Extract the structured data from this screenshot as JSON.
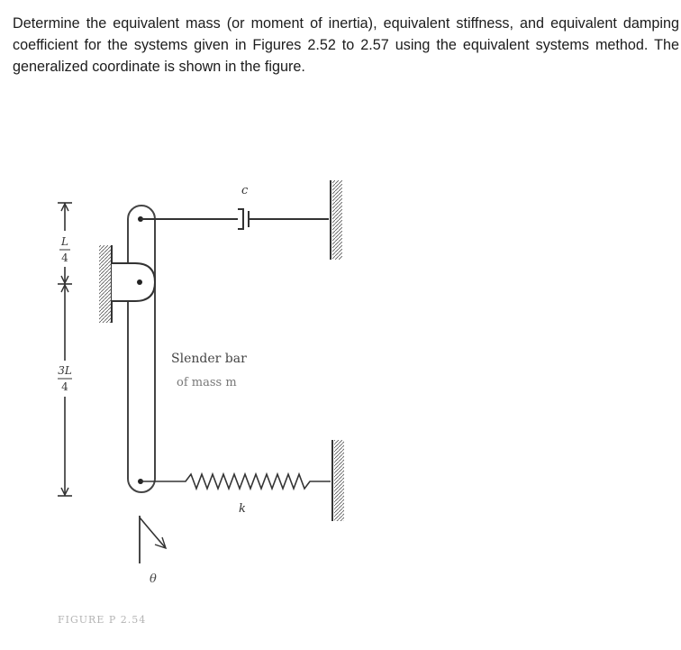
{
  "problem": {
    "text": "Determine the equivalent mass (or moment of inertia), equivalent stiffness, and equivalent damping coefficient for the systems given in Figures 2.52 to 2.57 using the equivalent systems method. The generalized coordinate is shown in the figure."
  },
  "figure": {
    "damper_label": "c",
    "spring_label": "k",
    "bar_label_line1": "Slender bar",
    "bar_label_line2": "of mass m",
    "dim_top": {
      "num": "L",
      "den": "4"
    },
    "dim_bottom": {
      "num": "3L",
      "den": "4"
    },
    "coordinate_label": "θ",
    "caption": "FIGURE P 2.54"
  },
  "colors": {
    "text": "#1c1c1c",
    "line": "#2a2a2a",
    "faint": "#9a9a9a"
  }
}
